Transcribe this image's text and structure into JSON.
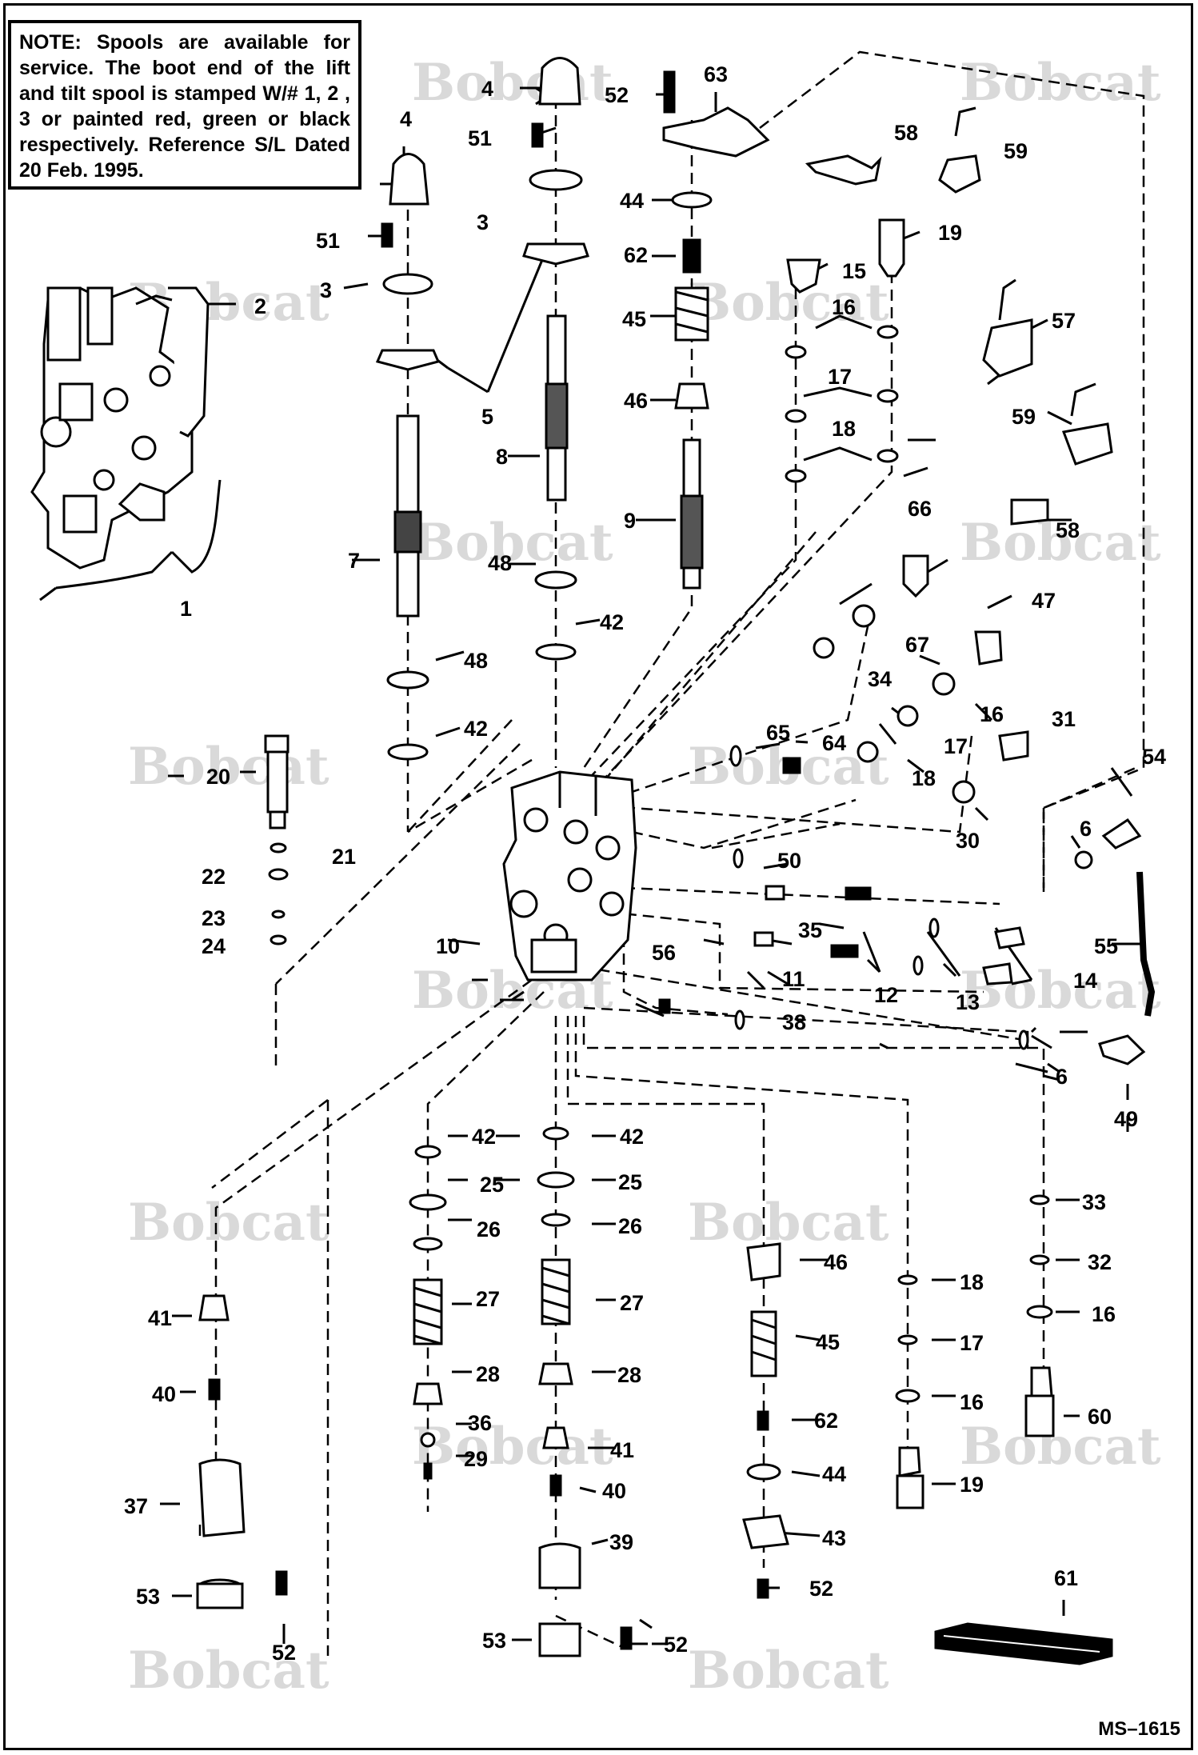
{
  "note": {
    "heading": "NOTE:",
    "text": "Spools are available for service. The boot end of the lift and tilt spool is stamped W/# 1, 2 , 3 or painted red, green or black respectively. Reference S/L Dated 20 Feb. 1995."
  },
  "reference_code": "MS–1615",
  "watermark": "Bobcat",
  "colors": {
    "ink": "#000000",
    "watermark": "#d9d9d9",
    "background": "#ffffff"
  },
  "labels": {
    "l_1": "1",
    "l_2": "2",
    "l_3a": "3",
    "l_3b": "3",
    "l_4a": "4",
    "l_4b": "4",
    "l_5": "5",
    "l_6a": "6",
    "l_6b": "6",
    "l_7": "7",
    "l_8": "8",
    "l_9": "9",
    "l_10": "10",
    "l_11": "11",
    "l_12": "12",
    "l_13": "13",
    "l_14": "14",
    "l_15": "15",
    "l_16a": "16",
    "l_16b": "16",
    "l_16c": "16",
    "l_16d": "16",
    "l_17a": "17",
    "l_17b": "17",
    "l_17c": "17",
    "l_18a": "18",
    "l_18b": "18",
    "l_18c": "18",
    "l_19a": "19",
    "l_19b": "19",
    "l_20": "20",
    "l_21": "21",
    "l_22": "22",
    "l_23": "23",
    "l_24": "24",
    "l_25a": "25",
    "l_25b": "25",
    "l_26a": "26",
    "l_26b": "26",
    "l_27a": "27",
    "l_27b": "27",
    "l_28a": "28",
    "l_28b": "28",
    "l_29": "29",
    "l_30": "30",
    "l_31": "31",
    "l_32": "32",
    "l_33": "33",
    "l_34": "34",
    "l_35": "35",
    "l_36": "36",
    "l_37": "37",
    "l_38": "38",
    "l_39": "39",
    "l_40a": "40",
    "l_40b": "40",
    "l_41a": "41",
    "l_41b": "41",
    "l_42a": "42",
    "l_42b": "42",
    "l_42c": "42",
    "l_42d": "42",
    "l_43": "43",
    "l_44a": "44",
    "l_44b": "44",
    "l_45a": "45",
    "l_45b": "45",
    "l_46a": "46",
    "l_46b": "46",
    "l_47": "47",
    "l_48a": "48",
    "l_48b": "48",
    "l_49": "49",
    "l_50": "50",
    "l_51a": "51",
    "l_51b": "51",
    "l_52a": "52",
    "l_52b": "52",
    "l_52c": "52",
    "l_52d": "52",
    "l_53a": "53",
    "l_53b": "53",
    "l_54": "54",
    "l_55": "55",
    "l_56": "56",
    "l_57": "57",
    "l_58a": "58",
    "l_58b": "58",
    "l_59a": "59",
    "l_59b": "59",
    "l_60": "60",
    "l_61": "61",
    "l_62a": "62",
    "l_62b": "62",
    "l_63": "63",
    "l_64": "64",
    "l_65": "65",
    "l_66": "66",
    "l_67": "67"
  }
}
